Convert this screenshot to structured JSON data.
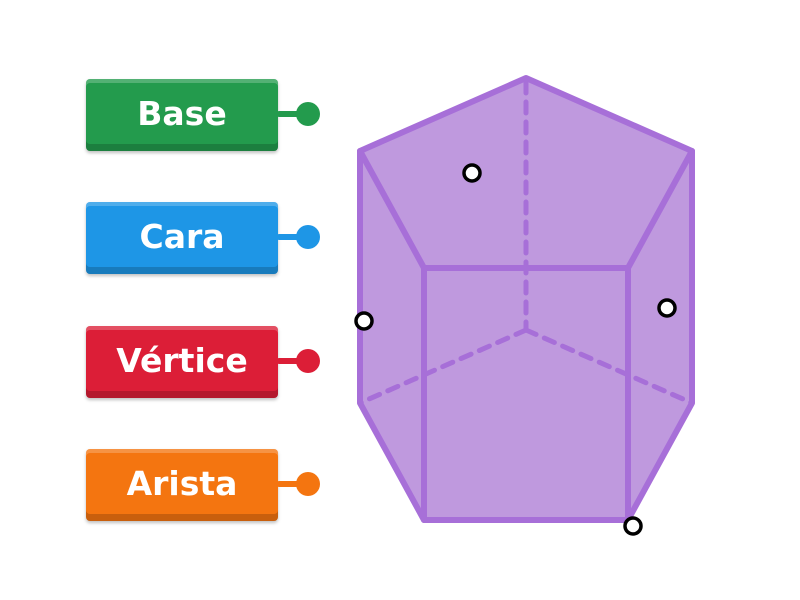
{
  "labels": [
    {
      "id": "base",
      "text": "Base",
      "color": "#239b4d"
    },
    {
      "id": "cara",
      "text": "Cara",
      "color": "#1e96e6"
    },
    {
      "id": "vertice",
      "text": "Vértice",
      "color": "#dc1e37"
    },
    {
      "id": "arista",
      "text": "Arista",
      "color": "#f47510"
    }
  ],
  "prism": {
    "fill": "#bf99de",
    "stroke": "#a76fd8"
  },
  "targets": [
    "base-target",
    "face-target",
    "edge-target",
    "vertex-target"
  ]
}
